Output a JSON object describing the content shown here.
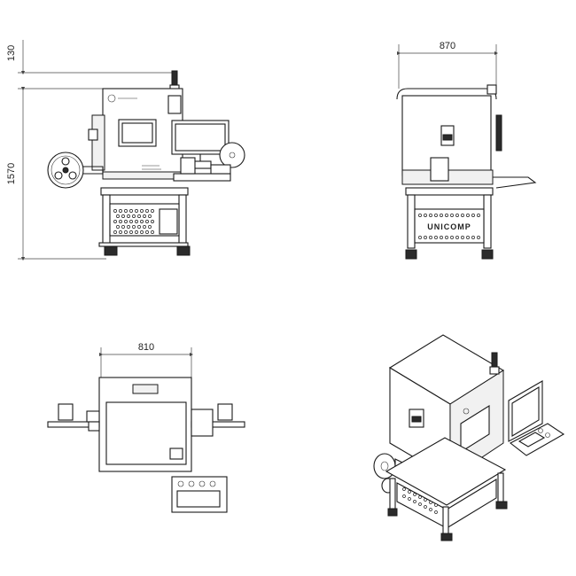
{
  "dimensions": {
    "front_top_offset": "130",
    "front_height": "1570",
    "side_width": "870",
    "top_width": "810"
  },
  "brand": {
    "panel_text": "UNICOMP"
  }
}
